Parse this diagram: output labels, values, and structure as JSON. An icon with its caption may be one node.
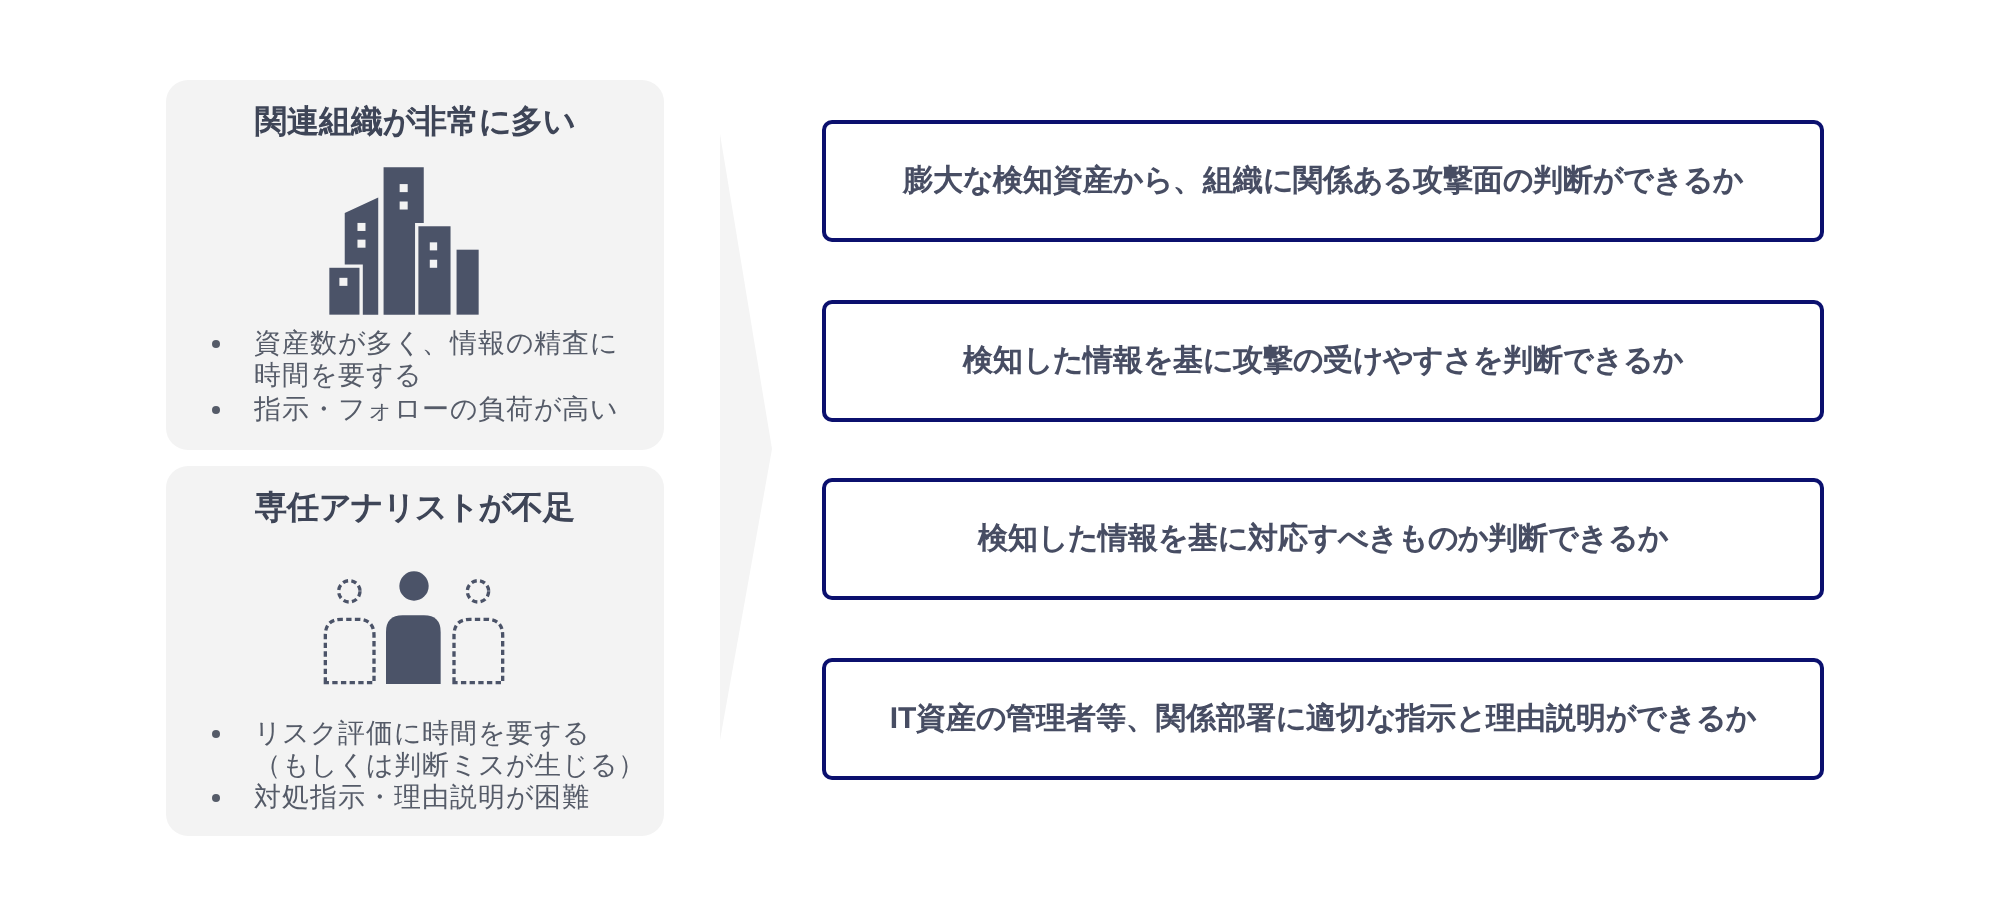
{
  "diagram": {
    "nodes": [
      {
        "text": [
          "関連組織が非常に多い",
          "資産数が多く、情報の精査に時間を要する",
          "指示・フォローの負荷が高い"
        ]
      },
      {
        "text": [
          "専任アナリストが不足",
          "リスク評価に時間を要する（もしくは判断ミスが生じる）",
          "対処指示・理由説明が困難"
        ]
      },
      {
        "text": [],
        "shape": "triangle"
      },
      {
        "text": [
          "膨大な検知資産から、組織に関係ある攻撃面の判断ができるか"
        ]
      },
      {
        "text": [
          "検知した情報を基に攻撃の受けやすさを判断できるか"
        ]
      },
      {
        "text": [
          "検知した情報を基に対応すべきものか判断できるか"
        ]
      },
      {
        "text": [
          "IT資産の管理者等、関係部署に適切な指示と理由説明ができるか"
        ]
      }
    ]
  }
}
